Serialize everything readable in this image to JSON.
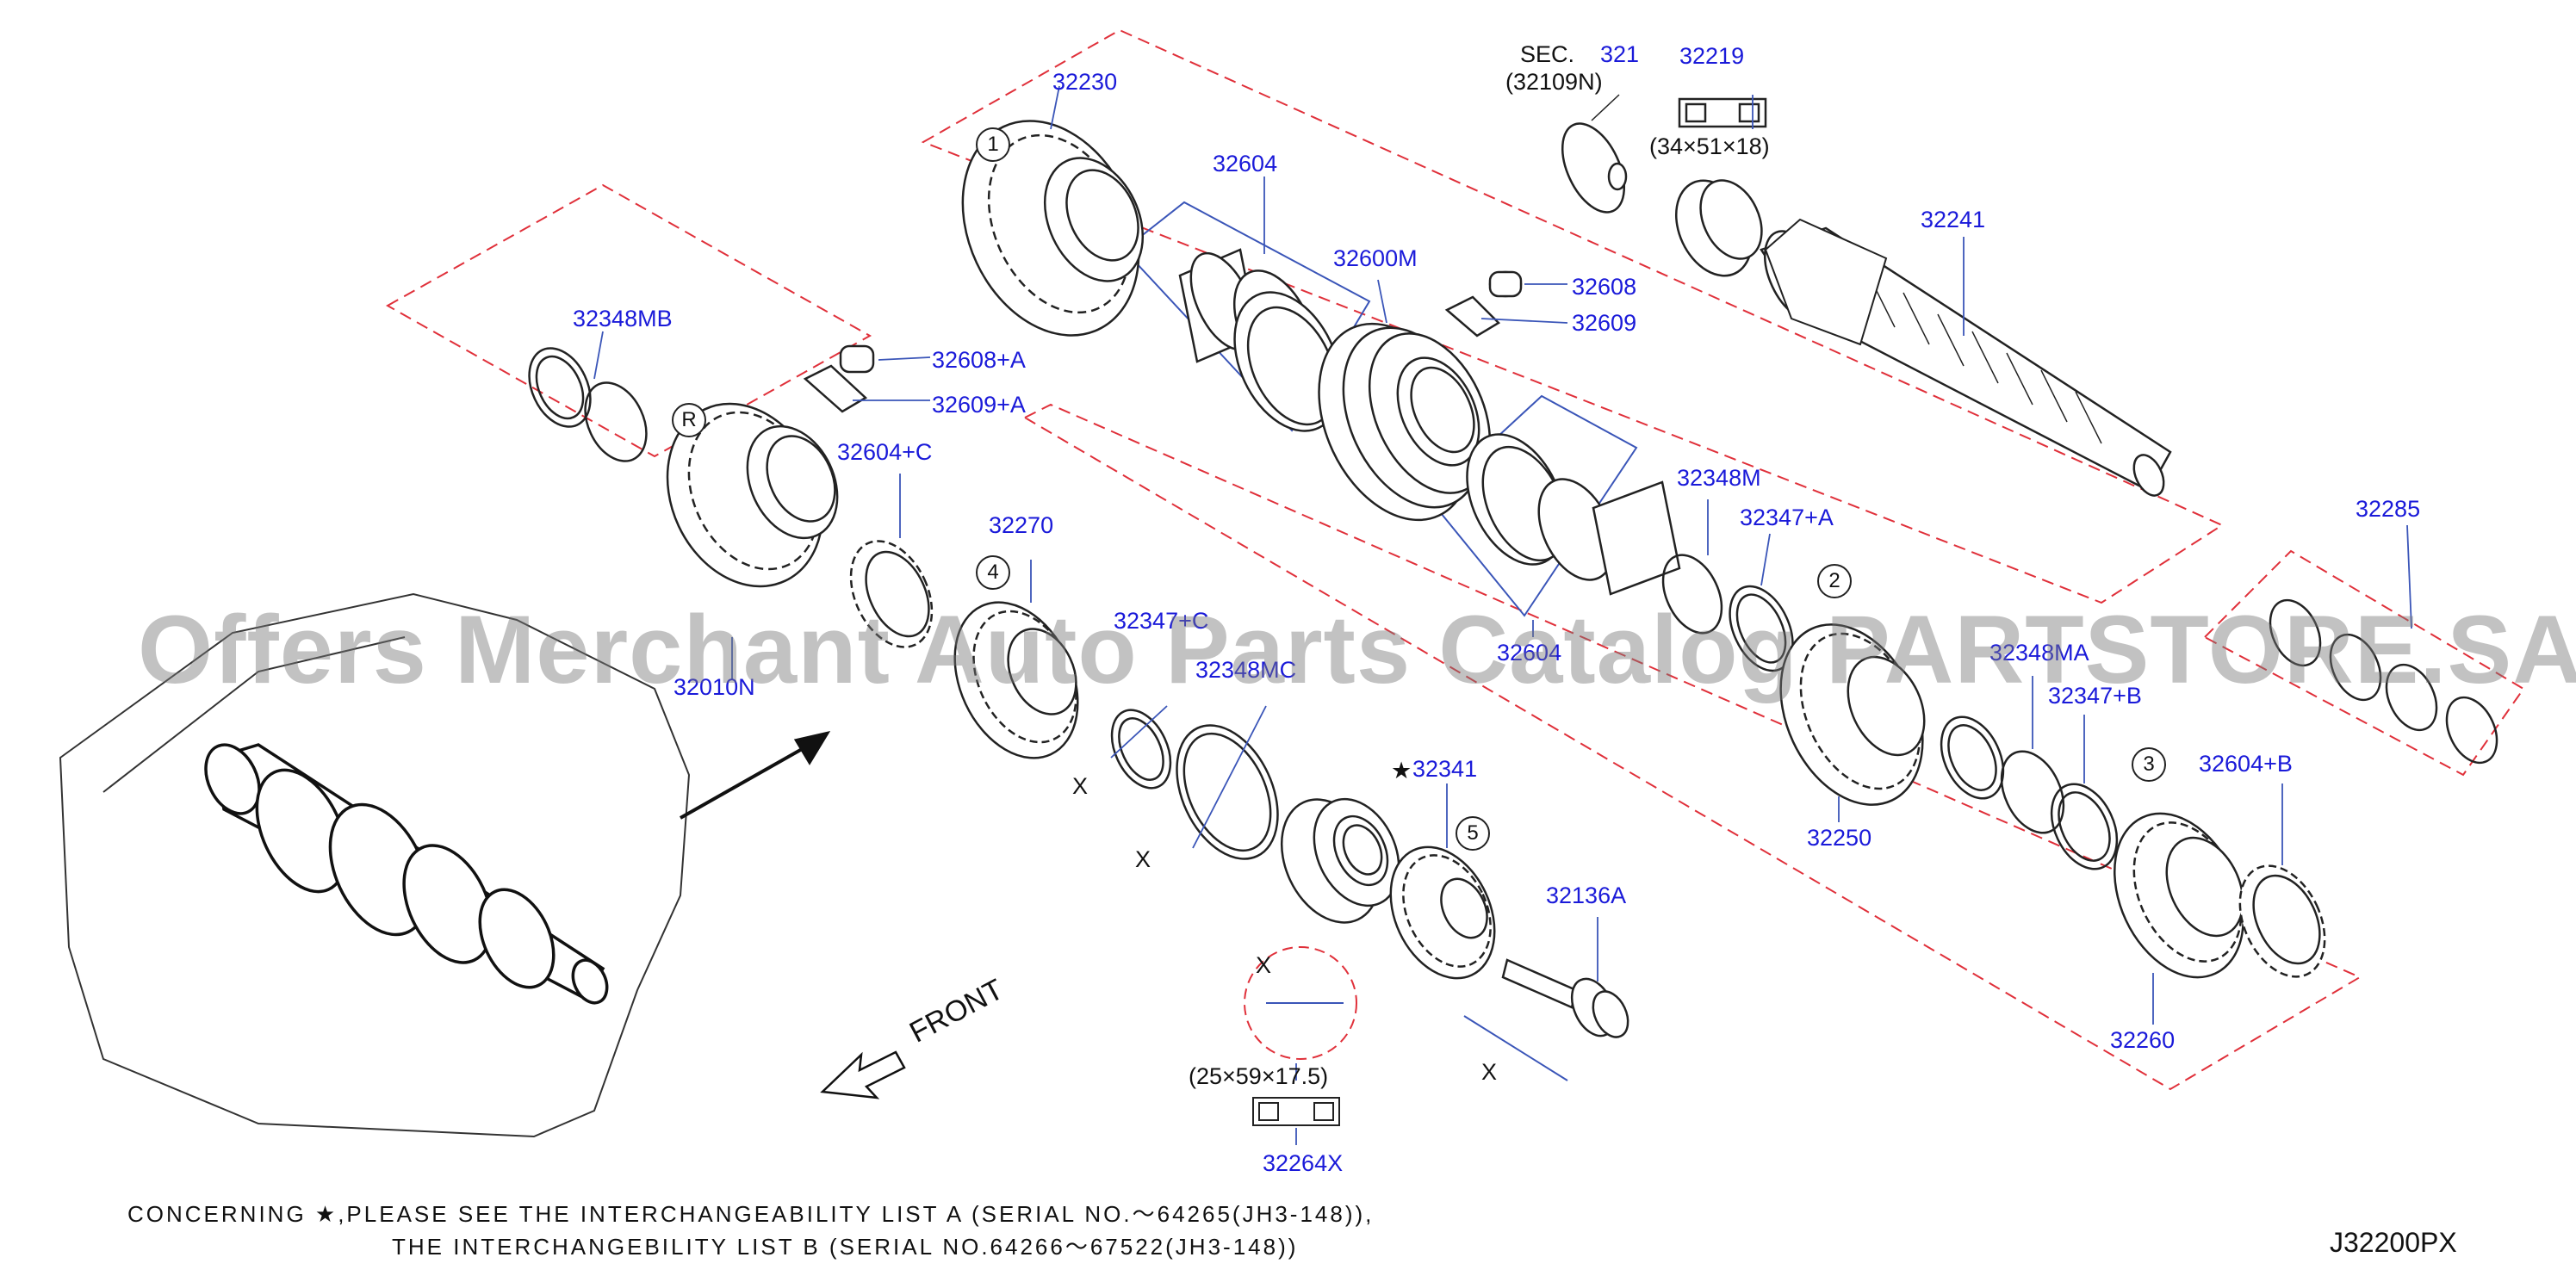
{
  "diagram": {
    "parts": [
      {
        "id": "p32230",
        "label": "32230"
      },
      {
        "id": "p32604",
        "label": "32604"
      },
      {
        "id": "p32600M",
        "label": "32600M"
      },
      {
        "id": "p32608",
        "label": "32608"
      },
      {
        "id": "p32609",
        "label": "32609"
      },
      {
        "id": "p32219",
        "label": "32219"
      },
      {
        "id": "p32241",
        "label": "32241"
      },
      {
        "id": "p32348MB",
        "label": "32348MB"
      },
      {
        "id": "p32608A",
        "label": "32608+A"
      },
      {
        "id": "p32609A",
        "label": "32609+A"
      },
      {
        "id": "p32604C",
        "label": "32604+C"
      },
      {
        "id": "p32270",
        "label": "32270"
      },
      {
        "id": "p32347C",
        "label": "32347+C"
      },
      {
        "id": "p32348MC",
        "label": "32348MC"
      },
      {
        "id": "p32010N",
        "label": "32010N"
      },
      {
        "id": "p32348M",
        "label": "32348M"
      },
      {
        "id": "p32347A",
        "label": "32347+A"
      },
      {
        "id": "p32604b",
        "label": "32604"
      },
      {
        "id": "p32348MA",
        "label": "32348MA"
      },
      {
        "id": "p32347B",
        "label": "32347+B"
      },
      {
        "id": "p32285",
        "label": "32285"
      },
      {
        "id": "p32250",
        "label": "32250"
      },
      {
        "id": "p32604B",
        "label": "32604+B"
      },
      {
        "id": "p32260",
        "label": "32260"
      },
      {
        "id": "p32341",
        "label": "32341"
      },
      {
        "id": "p32136A",
        "label": "32136A"
      },
      {
        "id": "p32264X",
        "label": "32264X"
      }
    ],
    "sec_label": "SEC.",
    "sec_number": "321",
    "sec_ref": "(32109N)",
    "dim_32219": "(34×51×18)",
    "dim_32264X": "(25×59×17.5)",
    "callouts": [
      "1",
      "R",
      "4",
      "2",
      "3",
      "5"
    ],
    "x_marks": [
      "X",
      "X",
      "X",
      "X"
    ],
    "star_symbol": "★",
    "front_label": "FRONT",
    "note_line1": "CONCERNING ★,PLEASE SEE THE INTERCHANGEABILITY LIST A (SERIAL NO.～64265(JH3-148)),",
    "note_line2": "THE INTERCHANGEBILITY LIST B (SERIAL NO.64266～67522(JH3-148))",
    "figure_code": "J32200PX",
    "watermark": "Offers Merchant Auto Parts Catalog PARTSTORE.SA",
    "colors": {
      "label": "#1a1ad9",
      "guide": "#e0303a",
      "line": "#222222",
      "leader": "#3a55b8"
    }
  }
}
